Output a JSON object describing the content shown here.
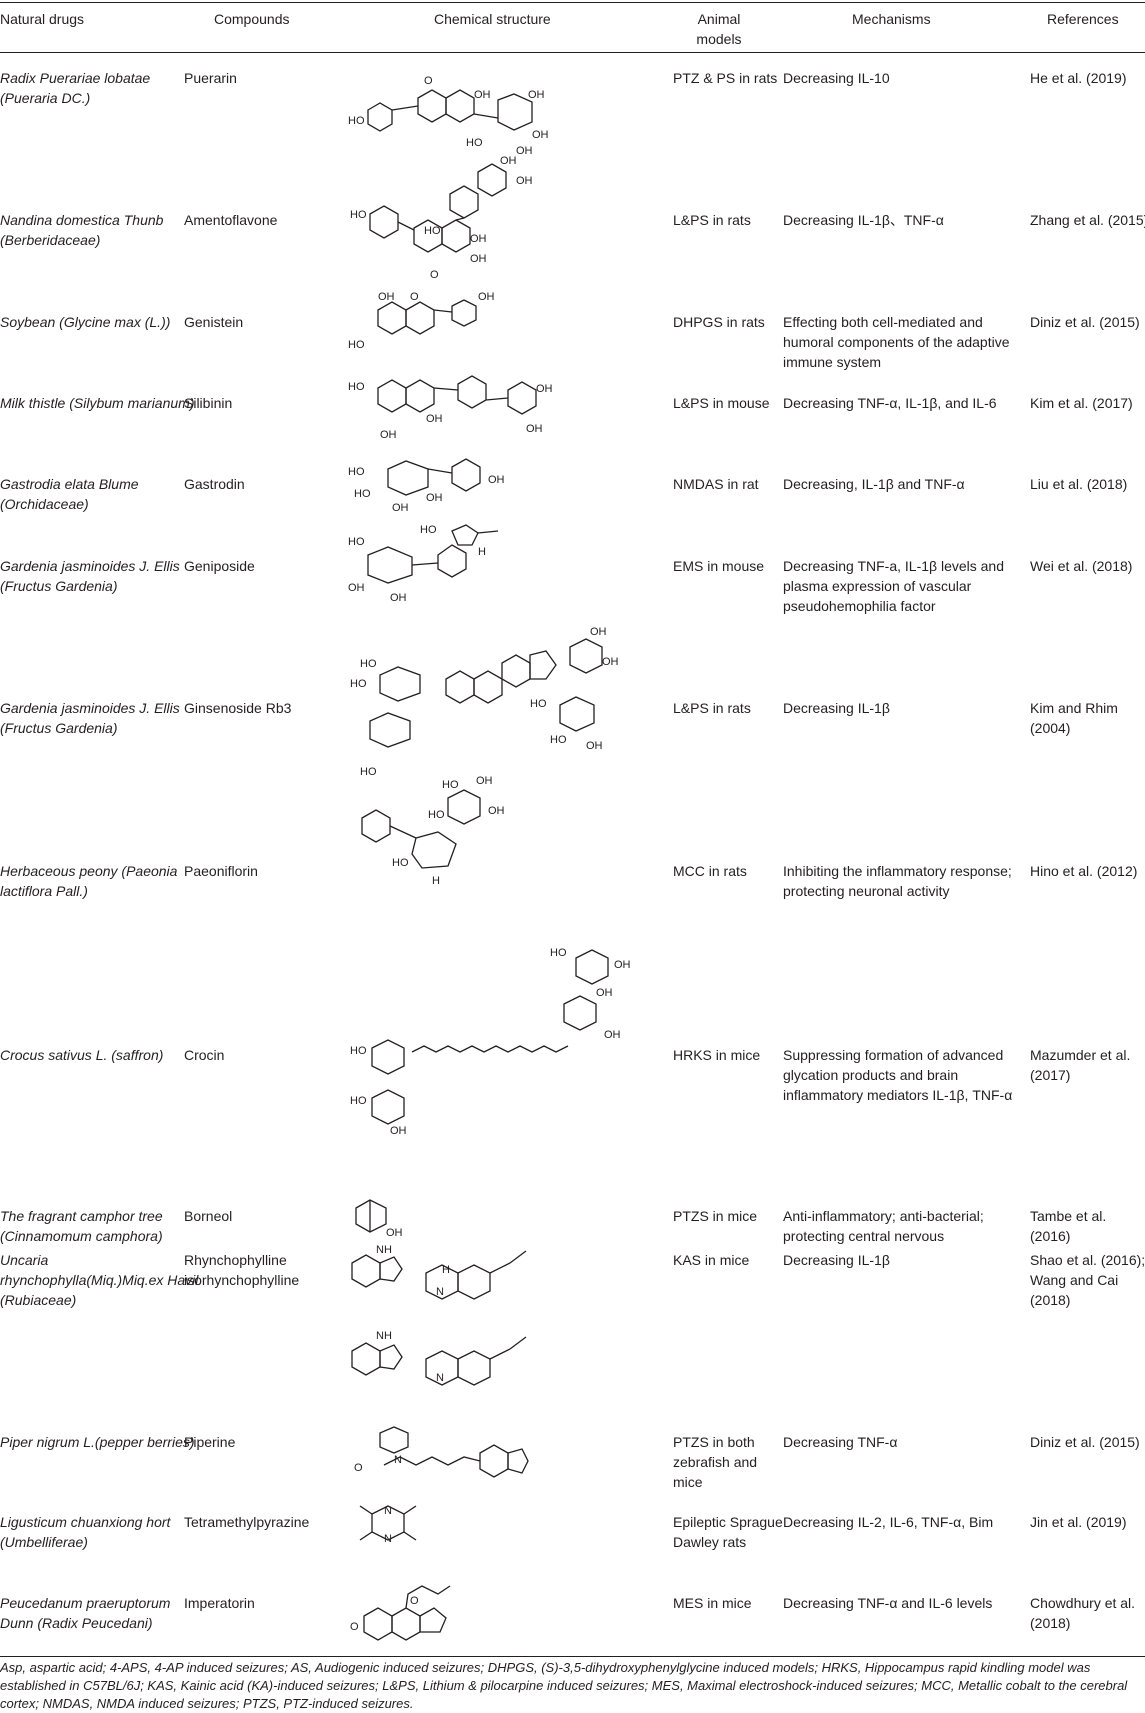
{
  "headers": {
    "natural_drugs": "Natural drugs",
    "compounds": "Compounds",
    "structure": "Chemical structure",
    "animal_models": "Animal models",
    "mechanisms": "Mechanisms",
    "references": "References"
  },
  "rows": [
    {
      "drug": "Radix Puerariae lobatae (Pueraria DC.)",
      "compound": "Puerarin",
      "model": "PTZ & PS in rats",
      "mechanism": "Decreasing IL-10",
      "reference": "He et al. (2019)"
    },
    {
      "drug": "Nandina domestica Thunb (Berberidaceae)",
      "compound": "Amentoflavone",
      "model": "L&PS in rats",
      "mechanism": "Decreasing IL-1β、TNF-α",
      "reference": "Zhang et al. (2015)"
    },
    {
      "drug": "Soybean (Glycine max (L.))",
      "compound": "Genistein",
      "model": "DHPGS in rats",
      "mechanism": "Effecting both cell-mediated and humoral components of the adaptive immune system",
      "reference": "Diniz et al. (2015)"
    },
    {
      "drug": "Milk thistle (Silybum marianum)",
      "compound": "Silibinin",
      "model": "L&PS in mouse",
      "mechanism": "Decreasing TNF-α, IL-1β, and IL-6",
      "reference": "Kim et al. (2017)"
    },
    {
      "drug": "Gastrodia elata Blume (Orchidaceae)",
      "compound": "Gastrodin",
      "model": "NMDAS in rat",
      "mechanism": "Decreasing, IL-1β and TNF-α",
      "reference": "Liu et al. (2018)"
    },
    {
      "drug": "Gardenia jasminoides J. Ellis (Fructus Gardenia)",
      "compound": "Geniposide",
      "model": "EMS in mouse",
      "mechanism": "Decreasing TNF-a, IL-1β levels and plasma expression of vascular pseudohemophilia factor",
      "reference": "Wei et al. (2018)"
    },
    {
      "drug": "Gardenia jasminoides J. Ellis (Fructus Gardenia)",
      "compound": "Ginsenoside Rb3",
      "model": "L&PS in rats",
      "mechanism": "Decreasing IL-1β",
      "reference": "Kim and Rhim (2004)"
    },
    {
      "drug": "Herbaceous peony (Paeonia lactiflora Pall.)",
      "compound": "Paeoniflorin",
      "model": "MCC in rats",
      "mechanism": "Inhibiting the inflammatory response; protecting neuronal activity",
      "reference": "Hino et al. (2012)"
    },
    {
      "drug": "Crocus sativus L. (saffron)",
      "compound": "Crocin",
      "model": "HRKS in mice",
      "mechanism": "Suppressing formation of advanced glycation products and brain inflammatory mediators IL-1β, TNF-α",
      "reference": "Mazumder et al. (2017)"
    },
    {
      "drug": "The fragrant camphor tree (Cinnamomum camphora)",
      "compound": "Borneol",
      "model": "PTZS in mice",
      "mechanism": "Anti-inflammatory; anti-bacterial; protecting central nervous",
      "reference": "Tambe et al. (2016)"
    },
    {
      "drug": "Uncaria rhynchophylla(Miq.)Miq.ex Havil (Rubiaceae)",
      "compound": "Rhynchophylline isorhynchophylline",
      "model": "KAS in mice",
      "mechanism": "Decreasing IL-1β",
      "reference": "Shao et al. (2016); Wang and Cai (2018)"
    },
    {
      "drug": "Piper nigrum L.(pepper berries)",
      "compound": "Piperine",
      "model": "PTZS in both zebrafish and mice",
      "mechanism": "Decreasing TNF-α",
      "reference": "Diniz et al. (2015)"
    },
    {
      "drug": "Ligusticum chuanxiong hort (Umbelliferae)",
      "compound": "Tetramethylpyrazine",
      "model": "Epileptic Sprague Dawley rats",
      "mechanism": "Decreasing IL-2, IL-6, TNF-α, Bim",
      "reference": "Jin et al. (2019)"
    },
    {
      "drug": "Peucedanum praeruptorum Dunn (Radix Peucedani)",
      "compound": "Imperatorin",
      "model": "MES in mice",
      "mechanism": "Decreasing TNF-α and IL-6 levels",
      "reference": "Chowdhury et al. (2018)"
    }
  ],
  "structure_labels": {
    "oh": "OH",
    "ho": "HO",
    "h": "H",
    "o": "O",
    "n": "N",
    "nh": "NH"
  },
  "footnote": "Asp, aspartic acid; 4-APS, 4-AP induced seizures; AS, Audiogenic induced seizures; DHPGS, (S)-3,5-dihydroxyphenylglycine induced models; HRKS, Hippocampus rapid kindling model was established in C57BL/6J; KAS, Kainic acid (KA)-induced seizures; L&PS, Lithium & pilocarpine induced seizures; MES, Maximal electroshock-induced seizures; MCC, Metallic cobalt to the cerebral cortex; NMDAS, NMDA induced seizures; PTZS, PTZ-induced seizures."
}
